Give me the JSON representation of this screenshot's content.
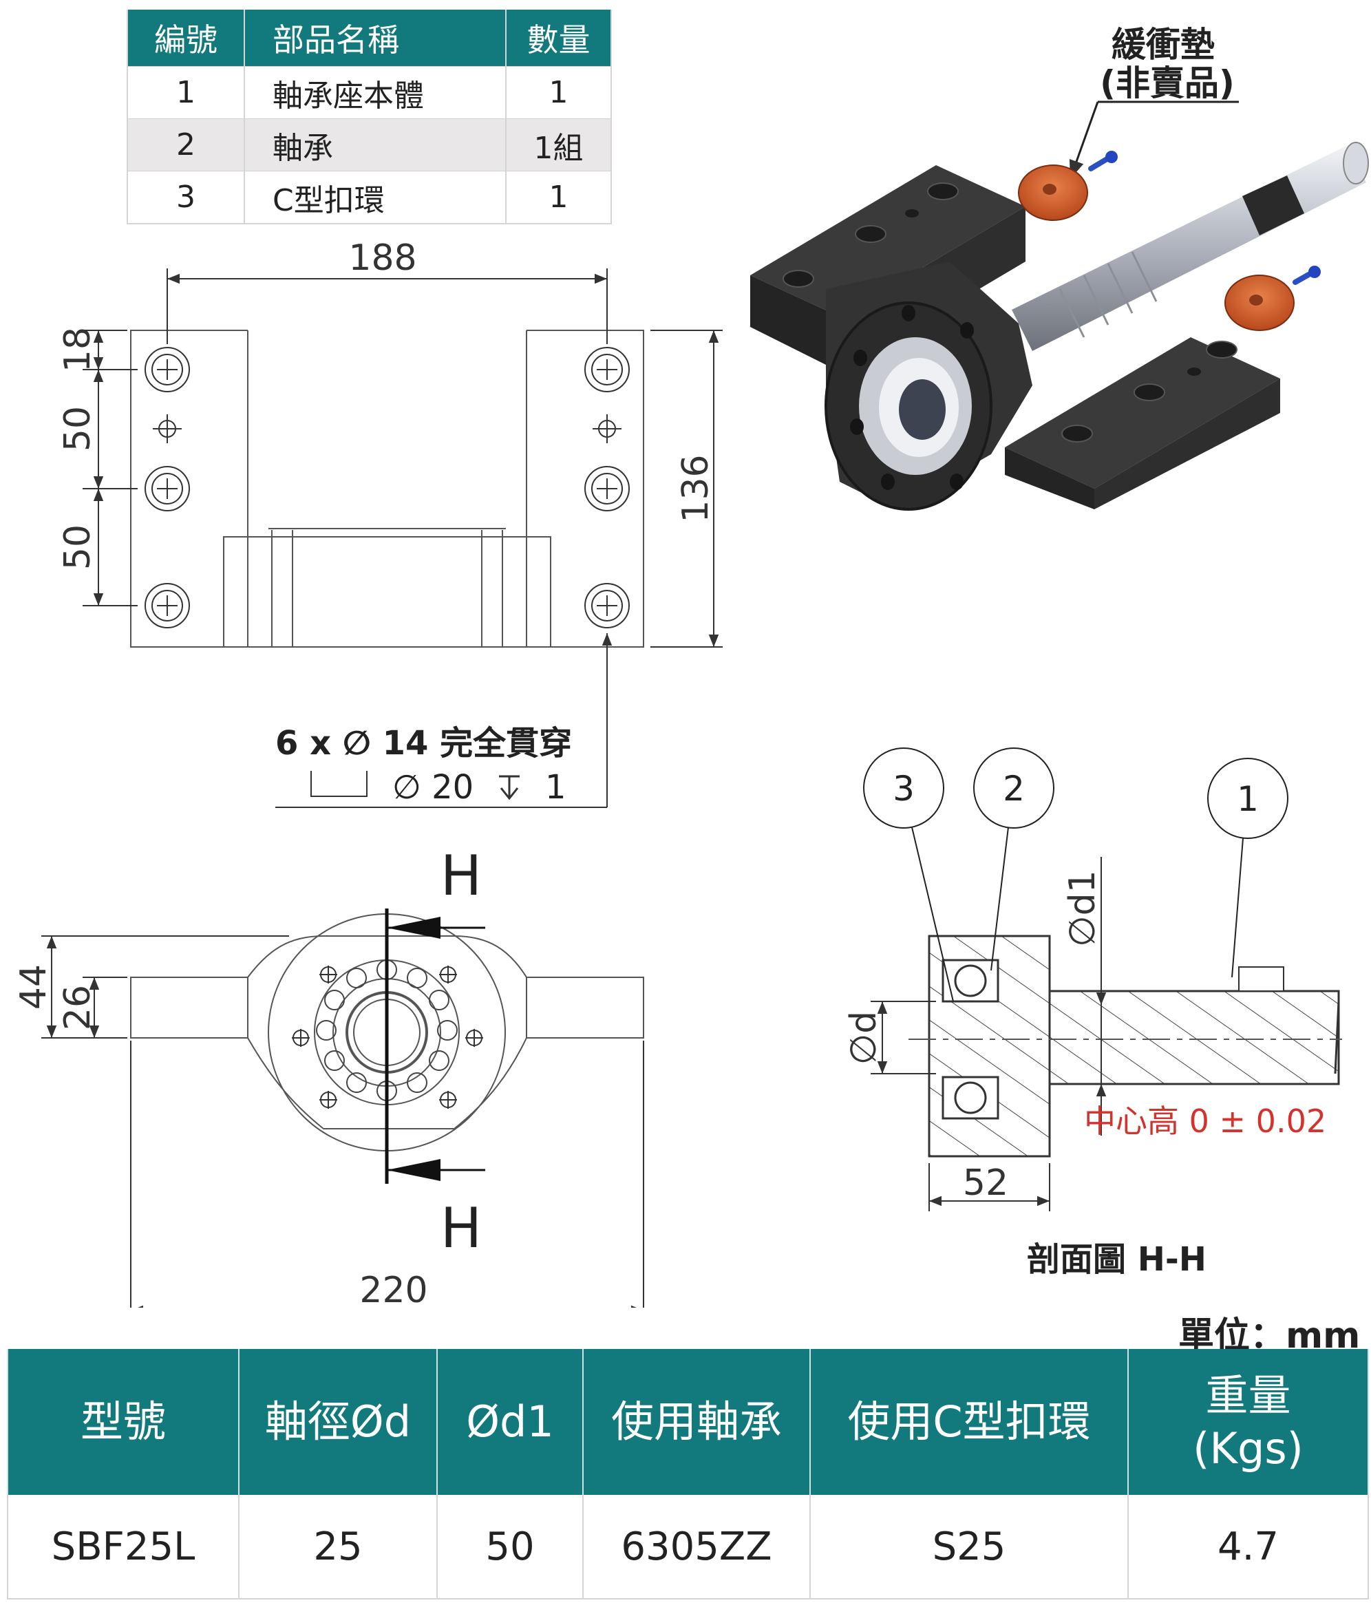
{
  "parts_table": {
    "headers": [
      "編號",
      "部品名稱",
      "數量"
    ],
    "rows": [
      {
        "no": "1",
        "name": "軸承座本體",
        "qty": "1"
      },
      {
        "no": "2",
        "name": "軸承",
        "qty": "1組"
      },
      {
        "no": "3",
        "name": "C型扣環",
        "qty": "1"
      }
    ]
  },
  "iso_view": {
    "callout_line1": "緩衝墊",
    "callout_line2": "(非賣品)"
  },
  "top_view": {
    "dim_width": "188",
    "dim_height": "136",
    "dim_top": "18",
    "dim_pitch1": "50",
    "dim_pitch2": "50",
    "hole_note_line1": "6 x ∅ 14 完全貫穿",
    "hole_note_line2": "∅ 20",
    "hole_note_depth": "1"
  },
  "front_view": {
    "dim_44": "44",
    "dim_26": "26",
    "dim_width": "220",
    "section_mark_top": "H",
    "section_mark_bottom": "H"
  },
  "section_view": {
    "balloons": [
      "3",
      "2",
      "1"
    ],
    "label_d1": "∅d1",
    "label_d": "∅d",
    "center_note": "中心高 0 ± 0.02",
    "dim_52": "52",
    "caption": "剖面圖 H-H"
  },
  "unit_label": "單位：mm",
  "spec_table": {
    "headers": [
      "型號",
      "軸徑Ød",
      "Ød1",
      "使用軸承",
      "使用C型扣環",
      "重量",
      "(Kgs)"
    ],
    "row": [
      "SBF25L",
      "25",
      "50",
      "6305ZZ",
      "S25",
      "4.7"
    ]
  },
  "colors": {
    "teal": "#127a7d",
    "note_red": "#d4322c",
    "pad_orange": "#d8632b"
  }
}
